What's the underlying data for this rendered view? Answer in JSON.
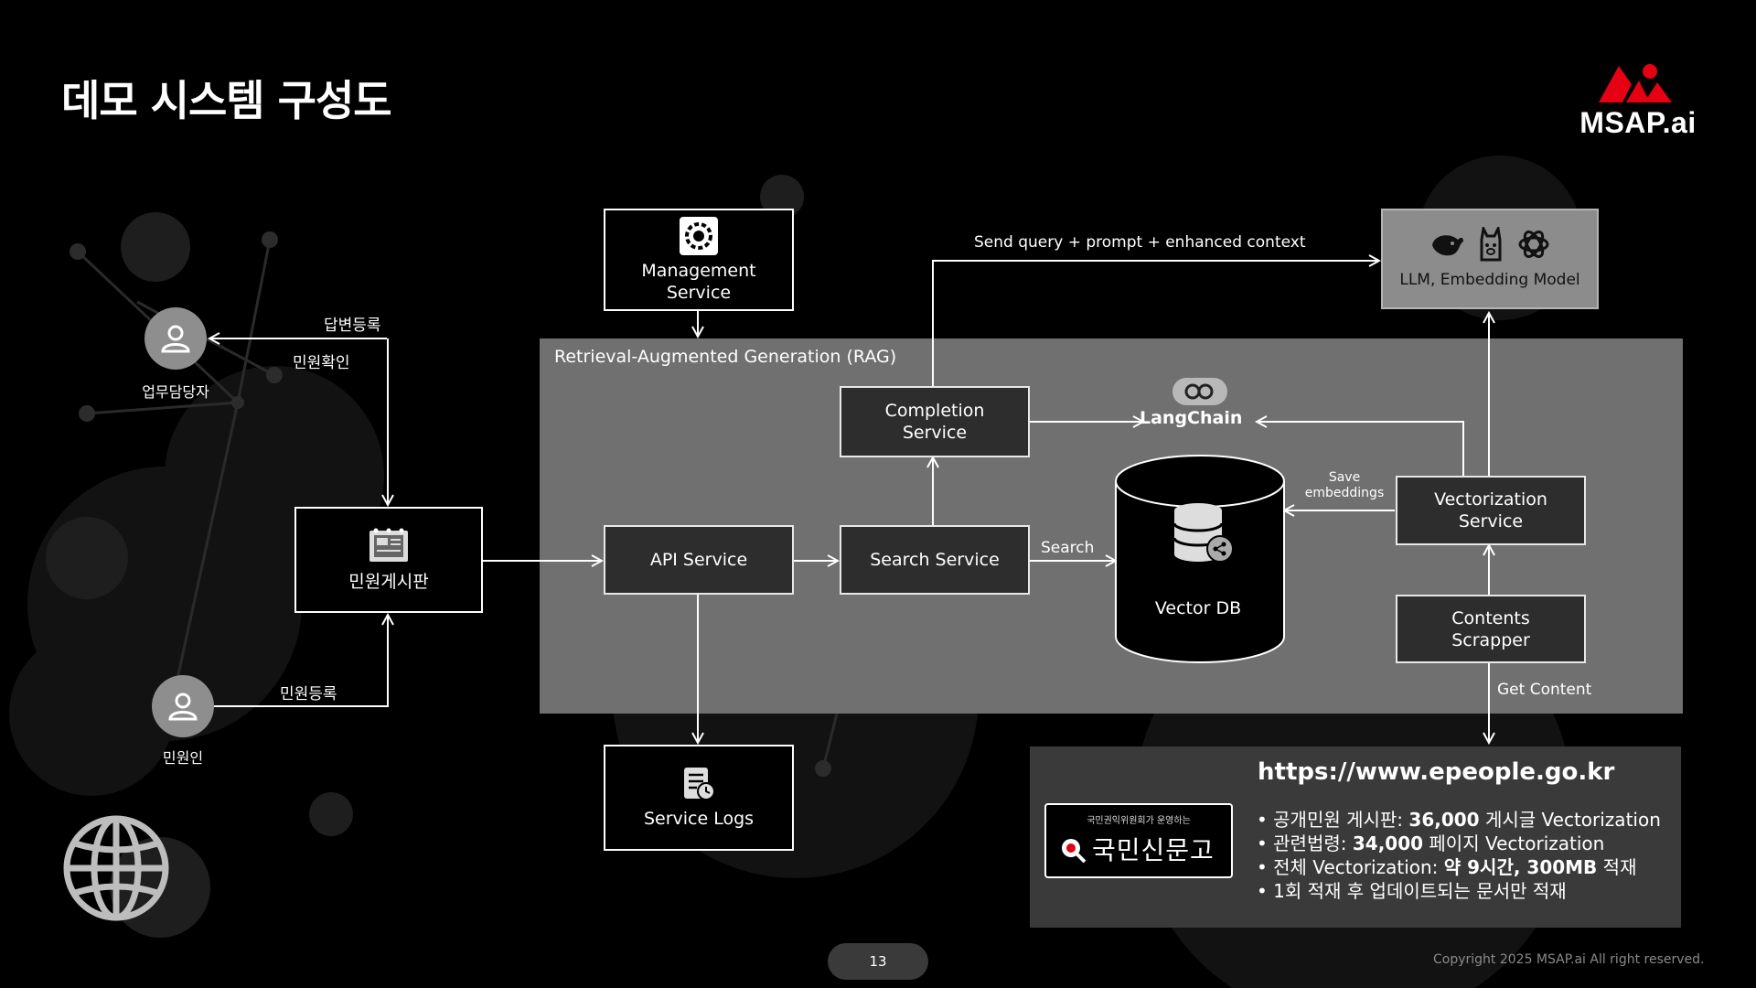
{
  "title": "데모 시스템 구성도",
  "logo": {
    "text": "MSAP.ai",
    "accent": "#e50012"
  },
  "rag_label": "Retrieval-Augmented Generation (RAG)",
  "nodes": {
    "management": "Management\nService",
    "api": "API Service",
    "search": "Search Service",
    "completion": "Completion\nService",
    "vectorization": "Vectorization\nService",
    "scrapper": "Contents\nScrapper",
    "service_logs": "Service Logs",
    "board": "민원게시판",
    "vector_db": "Vector DB",
    "llm": "LLM, Embedding Model",
    "langchain": "LangChain"
  },
  "people": {
    "officer": "업무담당자",
    "citizen": "민원인"
  },
  "edge_labels": {
    "answer_register": "답변등록",
    "complaint_check": "민원확인",
    "complaint_register": "민원등록",
    "send_query": "Send query + prompt + enhanced context",
    "search": "Search",
    "save_embeddings": "Save\nembeddings",
    "get_content": "Get Content"
  },
  "info": {
    "url": "https://www.epeople.go.kr",
    "sinmungo_small": "국민권익위원회가 운영하는",
    "sinmungo_big": "국민신문고",
    "bullets": [
      {
        "prefix": "• 공개민원 게시판: ",
        "bold": "36,000",
        "suffix": " 게시글 Vectorization"
      },
      {
        "prefix": "• 관련법령: ",
        "bold": "34,000",
        "suffix": " 페이지 Vectorization"
      },
      {
        "prefix": "• 전체 Vectorization: ",
        "bold": "약 9시간, 300MB",
        "suffix": " 적재"
      },
      {
        "prefix": "• 1회 적재 후 업데이트되는 문서만 적재",
        "bold": "",
        "suffix": ""
      }
    ]
  },
  "page_number": "13",
  "copyright": "Copyright 2025 MSAP.ai All right reserved."
}
